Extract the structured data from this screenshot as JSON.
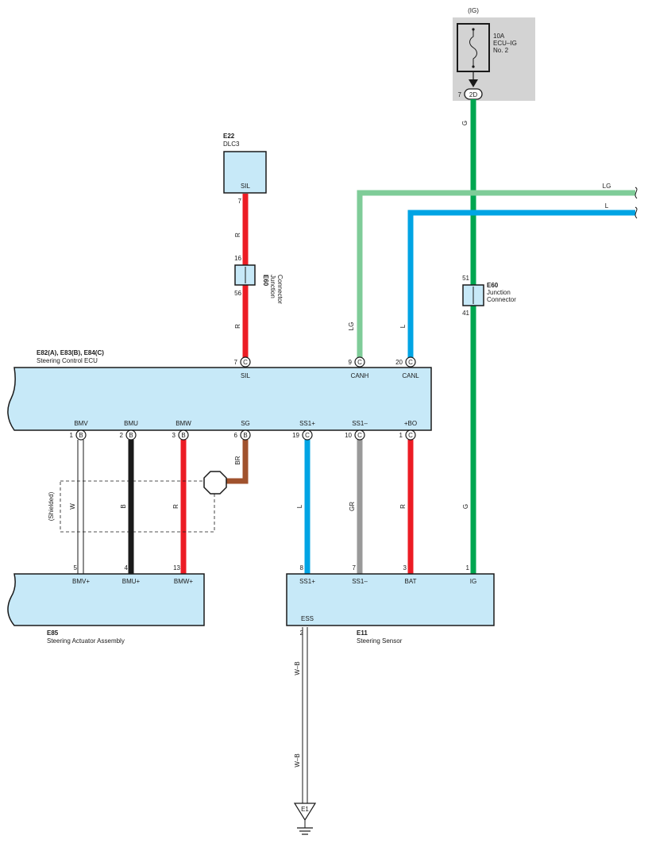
{
  "fuse": {
    "ig_label": "(IG)",
    "line1": "10A",
    "line2": "ECU–IG",
    "line3": "No. 2",
    "conn_pin": "7",
    "conn_id": "2D"
  },
  "dlc3": {
    "code": "E22",
    "name": "DLC3",
    "terminal": "SIL",
    "pin": "7"
  },
  "junction_left": {
    "code": "E60",
    "name1": "Junction",
    "name2": "Connector",
    "pin_top": "16",
    "pin_bottom": "56"
  },
  "junction_right": {
    "code": "E60",
    "name1": "Junction",
    "name2": "Connector",
    "pin_top": "51",
    "pin_bottom": "41"
  },
  "ecu": {
    "code": "E82(A), E83(B), E84(C)",
    "name": "Steering Control ECU",
    "top_terminals": [
      {
        "pin": "7",
        "conn": "C",
        "label": "SIL"
      },
      {
        "pin": "9",
        "conn": "C",
        "label": "CANH"
      },
      {
        "pin": "20",
        "conn": "C",
        "label": "CANL"
      }
    ],
    "bottom_terminals": [
      {
        "pin": "1",
        "conn": "B",
        "label": "BMV"
      },
      {
        "pin": "2",
        "conn": "B",
        "label": "BMU"
      },
      {
        "pin": "3",
        "conn": "B",
        "label": "BMW"
      },
      {
        "pin": "6",
        "conn": "B",
        "label": "SG"
      },
      {
        "pin": "19",
        "conn": "C",
        "label": "SS1+"
      },
      {
        "pin": "10",
        "conn": "C",
        "label": "SS1–"
      },
      {
        "pin": "1",
        "conn": "C",
        "label": "+BO"
      }
    ]
  },
  "actuator": {
    "code": "E85",
    "name": "Steering Actuator Assembly",
    "terminals": [
      {
        "pin": "5",
        "label": "BMV+"
      },
      {
        "pin": "4",
        "label": "BMU+"
      },
      {
        "pin": "13",
        "label": "BMW+"
      }
    ]
  },
  "sensor": {
    "code": "E11",
    "name": "Steering Sensor",
    "terminals": [
      {
        "pin": "8",
        "label": "SS1+"
      },
      {
        "pin": "7",
        "label": "SS1–"
      },
      {
        "pin": "3",
        "label": "BAT"
      },
      {
        "pin": "1",
        "label": "IG"
      }
    ],
    "ground_terminal": "ESS",
    "ground_pin": "2"
  },
  "ground": {
    "label": "E1"
  },
  "shield_label": "(Shielded)",
  "wires": {
    "g_top": "G",
    "lg_bus": "LG",
    "l_bus": "L",
    "r_dlc_upper": "R",
    "r_dlc_lower": "R",
    "lg_vertical": "LG",
    "l_vertical": "L",
    "w_bmv": "W",
    "b_bmu": "B",
    "r_bmw": "R",
    "br_sg": "BR",
    "l_ss1p": "L",
    "gr_ss1m": "GR",
    "r_bo": "R",
    "g_ig": "G",
    "wb_upper": "W–B",
    "wb_lower": "W–B"
  },
  "colors": {
    "green": "#00a650",
    "light_green": "#7fcc98",
    "blue": "#00a4e4",
    "red": "#ec1c24",
    "black": "#1a1a1a",
    "brown": "#a0522d",
    "gray": "#999999",
    "box_fill": "#c7e9f8",
    "fuse_bg": "#d3d3d3"
  }
}
